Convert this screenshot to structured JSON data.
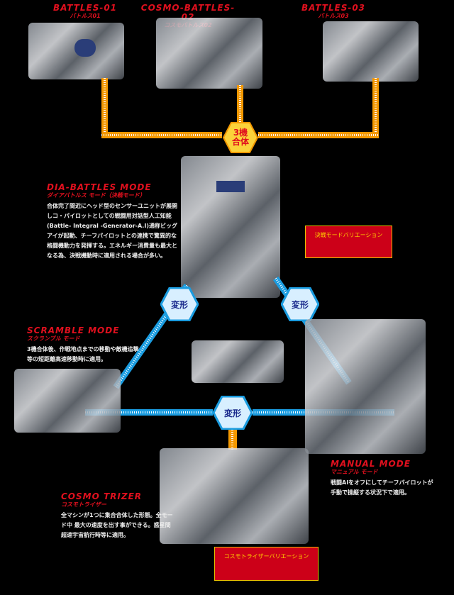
{
  "top_units": [
    {
      "title_en": "BATTLES-01",
      "title_jp": "バトルス01"
    },
    {
      "title_en": "COSMO-BATTLES-02",
      "title_jp": "コスモバトルス02"
    },
    {
      "title_en": "BATTLES-03",
      "title_jp": "バトルス03"
    }
  ],
  "combine_badge": {
    "label_line1": "3機",
    "label_line2": "合体"
  },
  "modes": {
    "dia_battles": {
      "title_en": "DIA-BATTLES MODE",
      "title_jp": "ダイアバトルス モード（決戦モード）",
      "description": "合体完了間近にヘッド型のセンサーユニットが展開しコ・パイロットとしての戦闘用対話型人工知能(Battle- Integral -Generator-A.I)通称ビッグアイが起動、チーフパイロットとの連携で驚異的な格闘機動力を発揮する。エネルギー消費量も最大となる為、決戦機動時に適用される場合が多い。",
      "variation_button": "決戦モードバリエーション"
    },
    "scramble": {
      "title_en": "SCRAMBLE MODE",
      "title_jp": "スクランブル モード",
      "description": "3機合体後、作戦地点までの移動や敵機追撃等の短距離高速移動時に適用。"
    },
    "manual": {
      "title_en": "MANUAL MODE",
      "title_jp": "マニュアル モード",
      "description": "戦闘AIをオフにしてチーフパイロットが手動で操縦する状況下で適用。"
    },
    "cosmo_trizer": {
      "title_en": "COSMO TRIZER",
      "title_jp": "コスモトライザー",
      "description": "全マシンが1つに集合合体した形態。全モード中 最大の速度を出す事ができる。惑星間超速宇宙航行時等に適用。",
      "variation_button": "コスモトライザーバリエーション"
    }
  },
  "transform_badges": {
    "left": "変形",
    "right": "変形",
    "bottom": "変形"
  },
  "colors": {
    "background": "#000000",
    "title_red": "#e0101e",
    "orange_connector": "#f39800",
    "blue_connector": "#1a9ce0",
    "variation_bg": "#cc0018",
    "variation_text": "#ffd000",
    "hex_text_blue": "#1a2a8c"
  }
}
